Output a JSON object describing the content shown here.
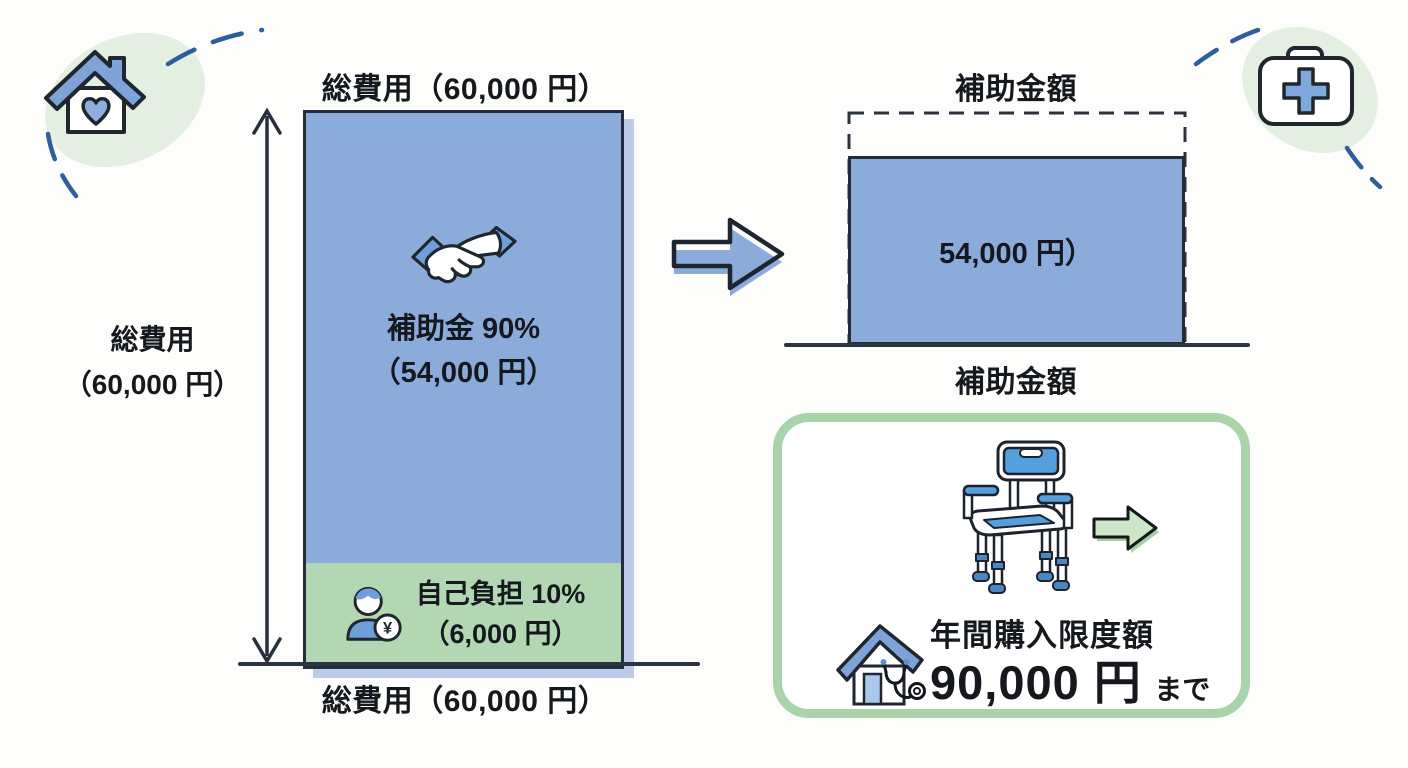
{
  "colors": {
    "bar_blue": "#8babdb",
    "bar_green": "#b2d7b2",
    "outline_dark": "#232c3a",
    "bar_shadow": "#bccbe7",
    "box_border_green": "#a9d3a9",
    "blob_green": "#e2efe1",
    "swoosh_blue": "#2e5e9e",
    "icon_blue": "#7da3d8",
    "chair_blue": "#54a0dc"
  },
  "decor": {
    "top_left_icon": "house-with-heart",
    "top_right_icon": "first-aid-kit"
  },
  "left_chart": {
    "top_label": "総費用（60,000 円）",
    "side_label_line1": "総費用",
    "side_label_line2": "（60,000 円）",
    "bottom_label": "総費用（60,000 円）",
    "subsidy_label": "補助金 90%",
    "subsidy_amount": "（54,000 円）",
    "selfpay_label": "自己負担 10%",
    "selfpay_amount": "（6,000 円）",
    "yen_badge": "¥"
  },
  "right_chart": {
    "top_label": "補助金額",
    "value_label": "54,000 円）",
    "bottom_label": "補助金額"
  },
  "limit_box": {
    "title": "年間購入限度額",
    "amount": "90,000 円",
    "suffix": "まで"
  },
  "chart_data": {
    "type": "bar",
    "bars": [
      {
        "label": "総費用",
        "total_yen": 60000,
        "segments": [
          {
            "label": "補助金",
            "percent": 90,
            "value_yen": 54000,
            "color": "#8babdb"
          },
          {
            "label": "自己負担",
            "percent": 10,
            "value_yen": 6000,
            "color": "#b2d7b2"
          }
        ]
      },
      {
        "label": "補助金額",
        "value_yen": 54000,
        "dashed_reference_yen": 60000,
        "color": "#8babdb"
      }
    ],
    "annual_purchase_limit_yen": 90000
  }
}
